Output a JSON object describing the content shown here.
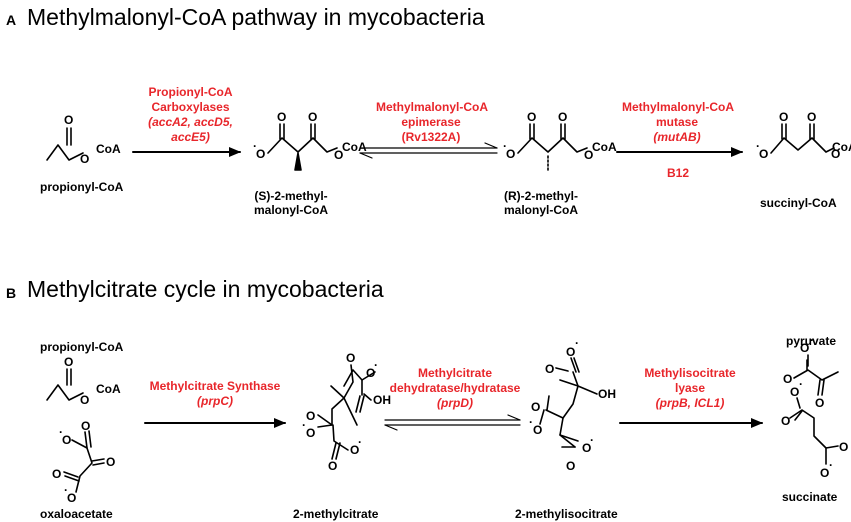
{
  "sectionA": {
    "letter": "A",
    "title": "Methylmalonyl-CoA pathway in mycobacteria",
    "compounds": {
      "propionyl": "propionyl-CoA",
      "s_methyl_1": "(S)-2-methyl-",
      "s_methyl_2": "malonyl-CoA",
      "r_methyl_1": "(R)-2-methyl-",
      "r_methyl_2": "malonyl-CoA",
      "succinyl": "succinyl-CoA"
    },
    "enzymes": {
      "e1_line1": "Propionyl-CoA",
      "e1_line2": "Carboxylases",
      "e1_line3": "(accA2, accD5,",
      "e1_line4": "accE5)",
      "e2_line1": "Methylmalonyl-CoA",
      "e2_line2": "epimerase",
      "e2_line3": "(Rv1322A)",
      "e3_line1": "Methylmalonyl-CoA",
      "e3_line2": "mutase",
      "e3_line3": "(mutAB)",
      "cofactor": "B12"
    }
  },
  "sectionB": {
    "letter": "B",
    "title": "Methylcitrate cycle in mycobacteria",
    "compounds": {
      "propionyl": "propionyl-CoA",
      "oxaloacetate": "oxaloacetate",
      "methylcitrate": "2-methylcitrate",
      "methylisocitrate": "2-methylisocitrate",
      "pyruvate": "pyruvate",
      "succinate": "succinate"
    },
    "enzymes": {
      "e1_line1": "Methylcitrate Synthase",
      "e1_line2": "(prpC)",
      "e2_line1": "Methylcitrate",
      "e2_line2": "dehydratase/hydratase",
      "e2_line3": "(prpD)",
      "e3_line1": "Methylisocitrate",
      "e3_line2": "lyase",
      "e3_line3": "(prpB, ICL1)"
    }
  },
  "atoms": {
    "coa": "CoA",
    "oxygen": "O",
    "oxide": "O",
    "radical": "·",
    "hydroxyl": "OH"
  },
  "colors": {
    "enzyme": "#e8262b",
    "text": "#000000"
  }
}
